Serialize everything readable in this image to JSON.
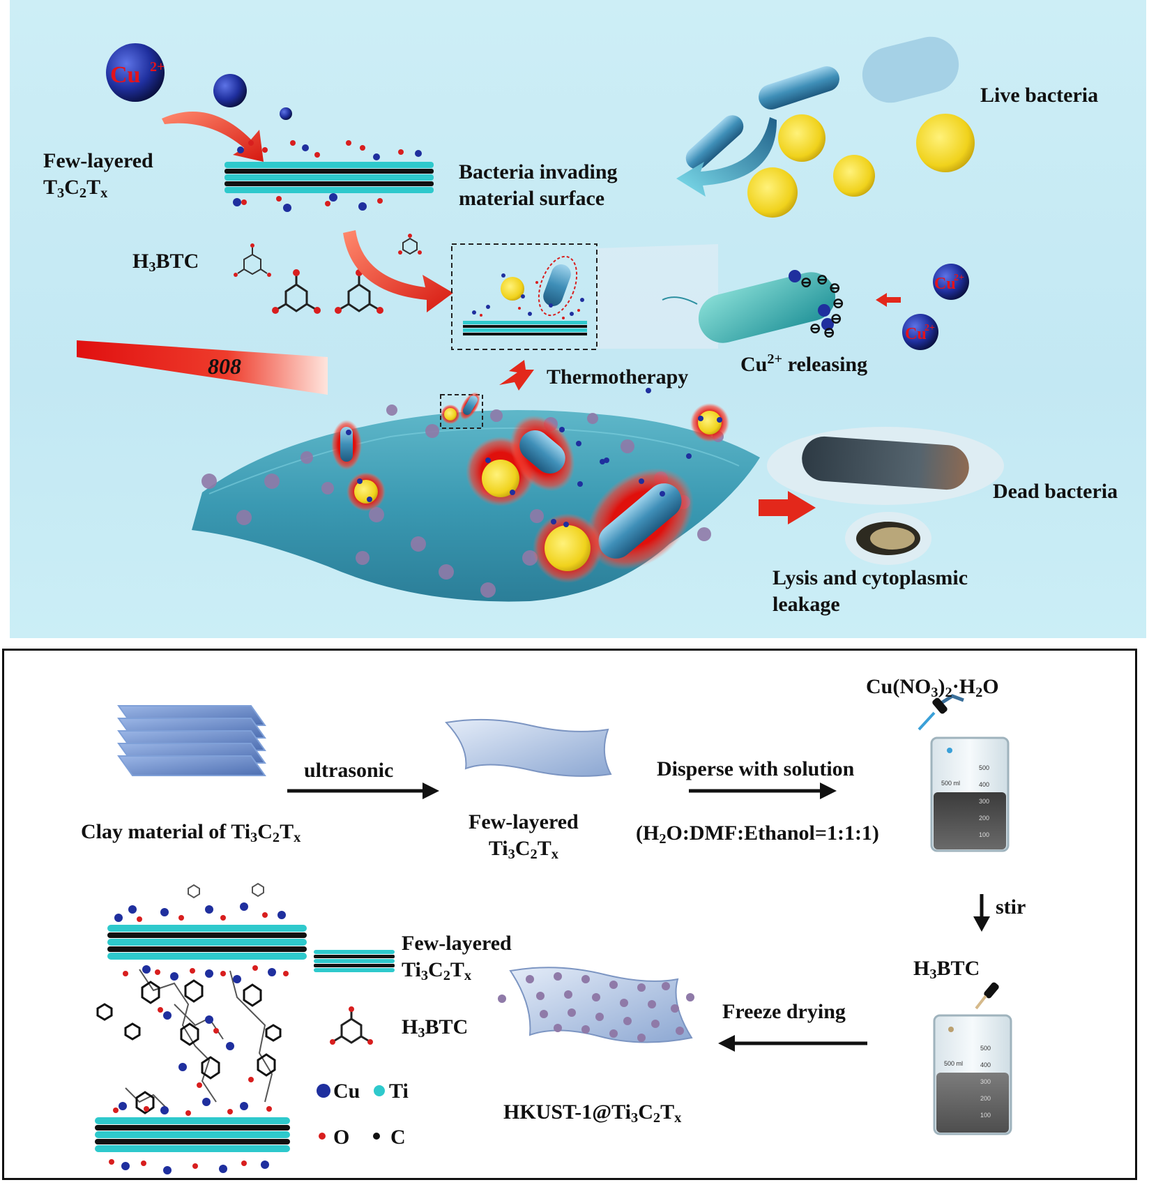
{
  "colors": {
    "top_background": "#c9ecf5",
    "cu_ion": "#1f2f9e",
    "ti_atom": "#2ec9cc",
    "o_atom": "#d81e1e",
    "c_atom": "#111111",
    "heat_glow": "#e0100c",
    "arrow_red": "#e3281b",
    "gram_positive_bacteria": "#f0d21c",
    "gram_negative_bacteria": "#3f8fb8"
  },
  "top_panel": {
    "cu_ion_label": "Cu",
    "cu_ion_charge": "2+",
    "few_layered_line1": "Few-layered",
    "few_layered_t": "T",
    "few_layered_sub3": "3",
    "few_layered_c": "C",
    "few_layered_sub2": "2",
    "few_layered_t2": "T",
    "few_layered_subx": "x",
    "h3btc_h": "H",
    "h3btc_sub": "3",
    "h3btc_rest": "BTC",
    "bacteria_invading_line1": "Bacteria invading",
    "bacteria_invading_line2": "material surface",
    "live_bacteria": "Live bacteria",
    "laser_label": "808",
    "thermotherapy": "Thermotherapy",
    "cu_releasing_cu": "Cu",
    "cu_releasing_charge": "2+",
    "cu_releasing_rest": " releasing",
    "dead_bacteria": "Dead bacteria",
    "lysis_line1": "Lysis and cytoplasmic",
    "lysis_line2": "leakage",
    "negative_charge_symbol": "⊖"
  },
  "bottom_panel": {
    "clay_prefix": "Clay material of Ti",
    "clay_sub3": "3",
    "clay_c": "C",
    "clay_sub2": "2",
    "clay_t": "T",
    "clay_subx": "x",
    "ultrasonic": "ultrasonic",
    "few_line1": "Few-layered",
    "few_ti": "Ti",
    "few_sub3": "3",
    "few_c": "C",
    "few_sub2": "2",
    "few_t": "T",
    "few_subx": "x",
    "disperse": "Disperse with solution",
    "solution_h": "(H",
    "solution_sub2": "2",
    "solution_rest": "O:DMF:Ethanol=1:1:1)",
    "copper_nitrate_a": "Cu(NO",
    "copper_nitrate_sub3": "3",
    "copper_nitrate_b": ")",
    "copper_nitrate_sub2": "2",
    "copper_nitrate_c": "·H",
    "copper_nitrate_sub2b": "2",
    "copper_nitrate_d": "O",
    "stir": "stir",
    "h3btc_h": "H",
    "h3btc_sub": "3",
    "h3btc_rest": "BTC",
    "freeze_drying": "Freeze drying",
    "product_prefix": "HKUST-1@Ti",
    "product_sub3": "3",
    "product_c": "C",
    "product_sub2": "2",
    "product_t": "T",
    "product_subx": "x",
    "legend": {
      "cu": "Cu",
      "ti": "Ti",
      "o": "O",
      "c": "C",
      "few_line1": "Few-layered",
      "few_ti": "Ti",
      "few_sub3": "3",
      "few_c": "C",
      "few_sub2": "2",
      "few_t": "T",
      "few_subx": "x",
      "h3btc_h": "H",
      "h3btc_sub": "3",
      "h3btc_rest": "BTC"
    },
    "beaker_volume": "500 ml",
    "beaker_ticks": [
      "500",
      "400",
      "300",
      "200",
      "100"
    ]
  }
}
